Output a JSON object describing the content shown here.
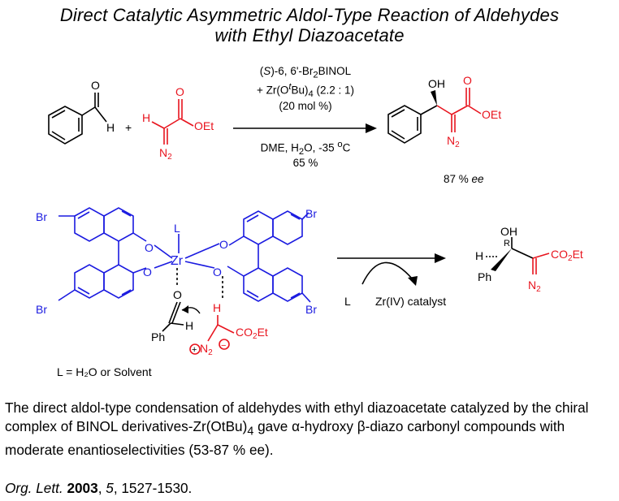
{
  "title": {
    "line1": "Direct Catalytic Asymmetric Aldol-Type Reaction of Aldehydes",
    "line2": "with Ethyl Diazoacetate"
  },
  "reaction": {
    "cond1_prefix": "(",
    "cond1_s": "S",
    "cond1_rest": ")-6, 6'-Br",
    "cond1_sub": "2",
    "cond1_end": "BINOL",
    "cond2_a": "+ Zr(O",
    "cond2_sup": "t",
    "cond2_b": "Bu)",
    "cond2_sub": "4",
    "cond2_c": " (2.2 : 1)",
    "cond3": "(20 mol %)",
    "cond4_a": "DME, H",
    "cond4_sub": "2",
    "cond4_b": "O, -35 ",
    "cond4_sup": "o",
    "cond4_c": "C",
    "yield": "65 %",
    "ee_value": "87 % ",
    "ee_unit": "ee",
    "plus": "+",
    "aldehyde": {
      "O": "O",
      "H": "H"
    },
    "diazo": {
      "H": "H",
      "O": "O",
      "OEt": "OEt",
      "N2": "N",
      "N2_sub": "2"
    },
    "product": {
      "OH": "OH",
      "O": "O",
      "OEt": "OEt",
      "N2": "N",
      "N2_sub": "2"
    }
  },
  "mechanism": {
    "Br": "Br",
    "O": "O",
    "Zr": "Zr",
    "L": "L",
    "H": "H",
    "Ph": "Ph",
    "CO2Et_a": "CO",
    "CO2Et_sub": "2",
    "CO2Et_b": "Et",
    "N2": "N",
    "N2_sub": "2",
    "plus_charge": "+",
    "minus_charge": "−",
    "arrow_L": "L",
    "arrow_cat": "Zr(IV) catalyst",
    "legend": "L = H₂O or Solvent",
    "prod": {
      "OH": "OH",
      "H": "H",
      "R": "R",
      "Ph": "Ph",
      "CO2Et_a": "CO",
      "CO2Et_sub": "2",
      "CO2Et_b": "Et",
      "N2": "N",
      "N2_sub": "2"
    }
  },
  "caption": {
    "t1": "The direct aldol-type condensation of aldehydes with ethyl diazoacetate catalyzed by the chiral complex of BINOL derivatives-Zr(OtBu)",
    "t1_sub": "4",
    "t2": " gave ",
    "alpha": "α",
    "t3": "-hydroxy ",
    "beta": "β",
    "t4": "-diazo carbonyl compounds with moderate enantioselectivities (53-87 % ee)."
  },
  "citation": {
    "journal": "Org. Lett.",
    "year": "2003",
    "volume": "5",
    "pages": ", 1527-1530."
  },
  "colors": {
    "blue": "#1a1ae0",
    "red": "#e8141e",
    "black": "#000000"
  }
}
